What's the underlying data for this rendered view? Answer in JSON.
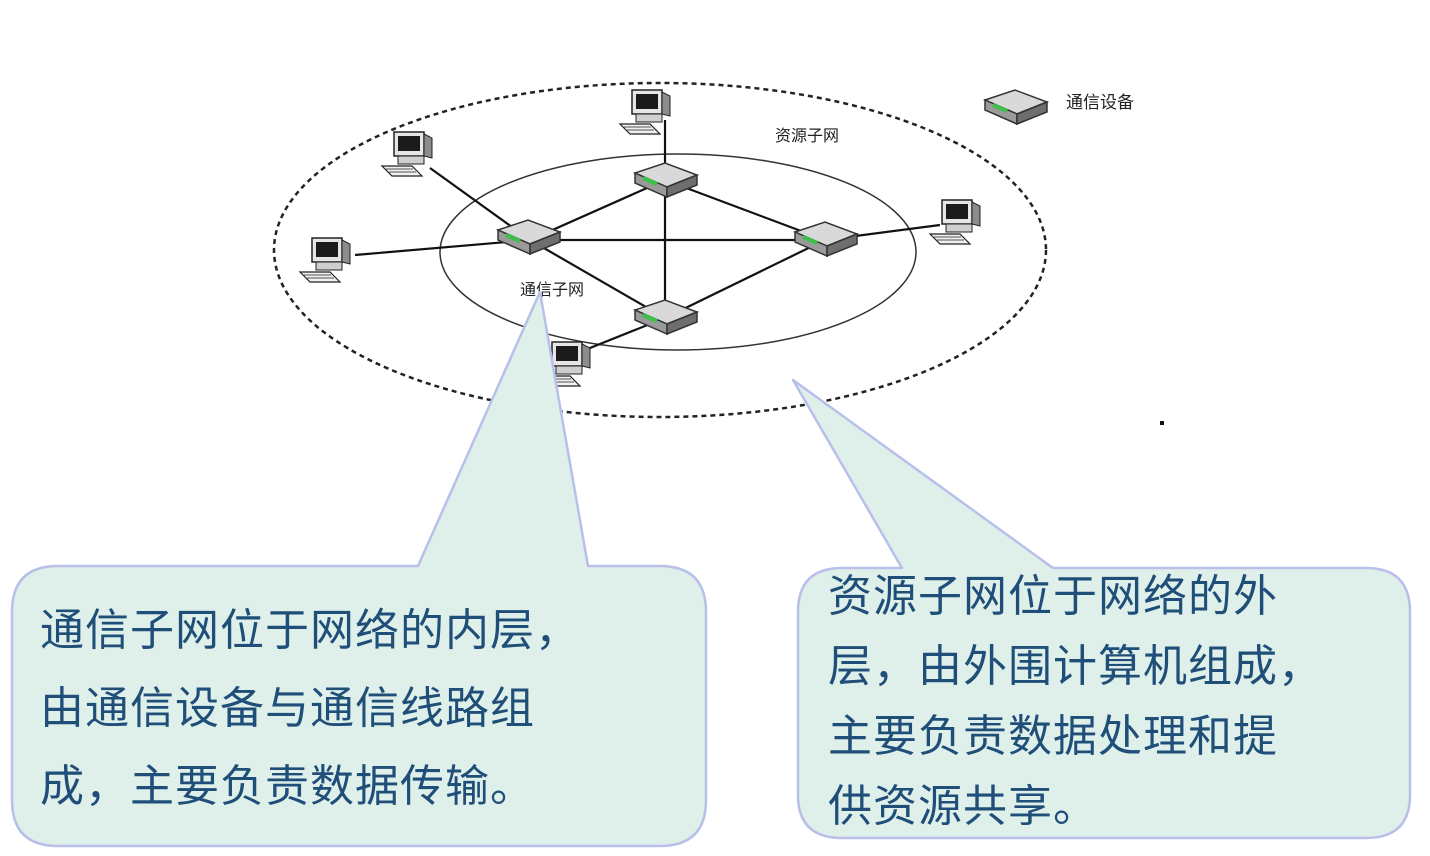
{
  "diagram": {
    "legend": {
      "icon": "router-icon",
      "label": "通信设备"
    },
    "resource_subnet_label": "资源子网",
    "communication_subnet_label": "通信子网"
  },
  "callouts": {
    "left": {
      "lines": [
        "通信子网位于网络的内层，",
        "由通信设备与通信线路组",
        "成，主要负责数据传输。"
      ]
    },
    "right": {
      "lines": [
        "资源子网位于网络的外",
        "层，由外围计算机组成，",
        "主要负责数据处理和提",
        "供资源共享。"
      ]
    }
  },
  "colors": {
    "callout_fill": "#dff0ea",
    "callout_border": "#b8c0ea",
    "text": "#1f4e79"
  }
}
